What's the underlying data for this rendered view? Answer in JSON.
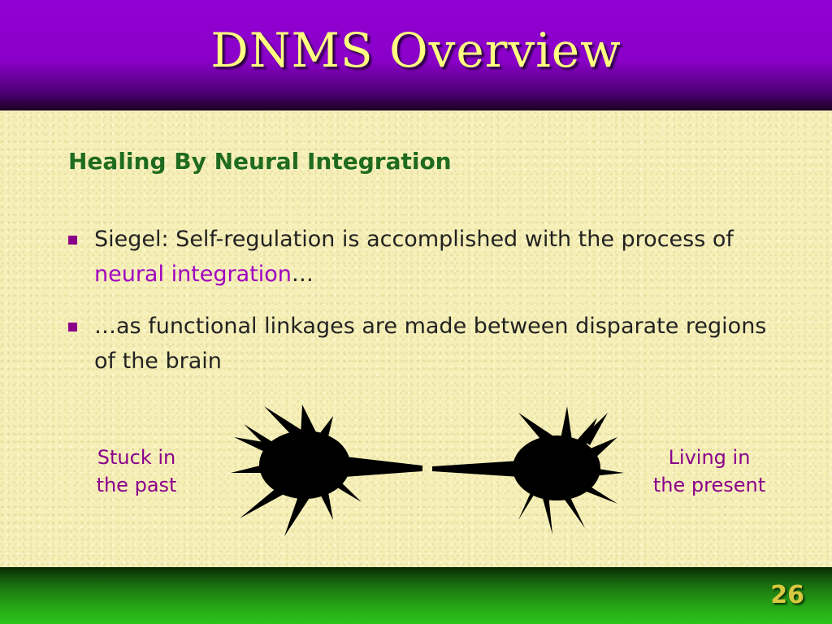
{
  "slide": {
    "title": "DNMS Overview",
    "subheading": "Healing By Neural Integration",
    "bullets": [
      {
        "text_before": "Siegel: Self-regulation is accomplished with the process of ",
        "highlight": "neural integration",
        "text_after": "…"
      },
      {
        "text": "…as functional linkages are made between disparate regions of the brain"
      }
    ],
    "captions": {
      "left_line1": "Stuck in",
      "left_line2": "the past",
      "right_line1": "Living in",
      "right_line2": "the present"
    },
    "page_number": "26"
  },
  "colors": {
    "header": "#9300d4",
    "title": "#ffff80",
    "subheading": "#1f6b1f",
    "highlight": "#a000c0",
    "captions": "#8b008b",
    "footer": "#24a015",
    "page_number": "#d8c840"
  },
  "icons": {
    "bullet": "square-bullet",
    "left_neuron": "neuron-icon",
    "right_neuron": "neuron-icon"
  }
}
